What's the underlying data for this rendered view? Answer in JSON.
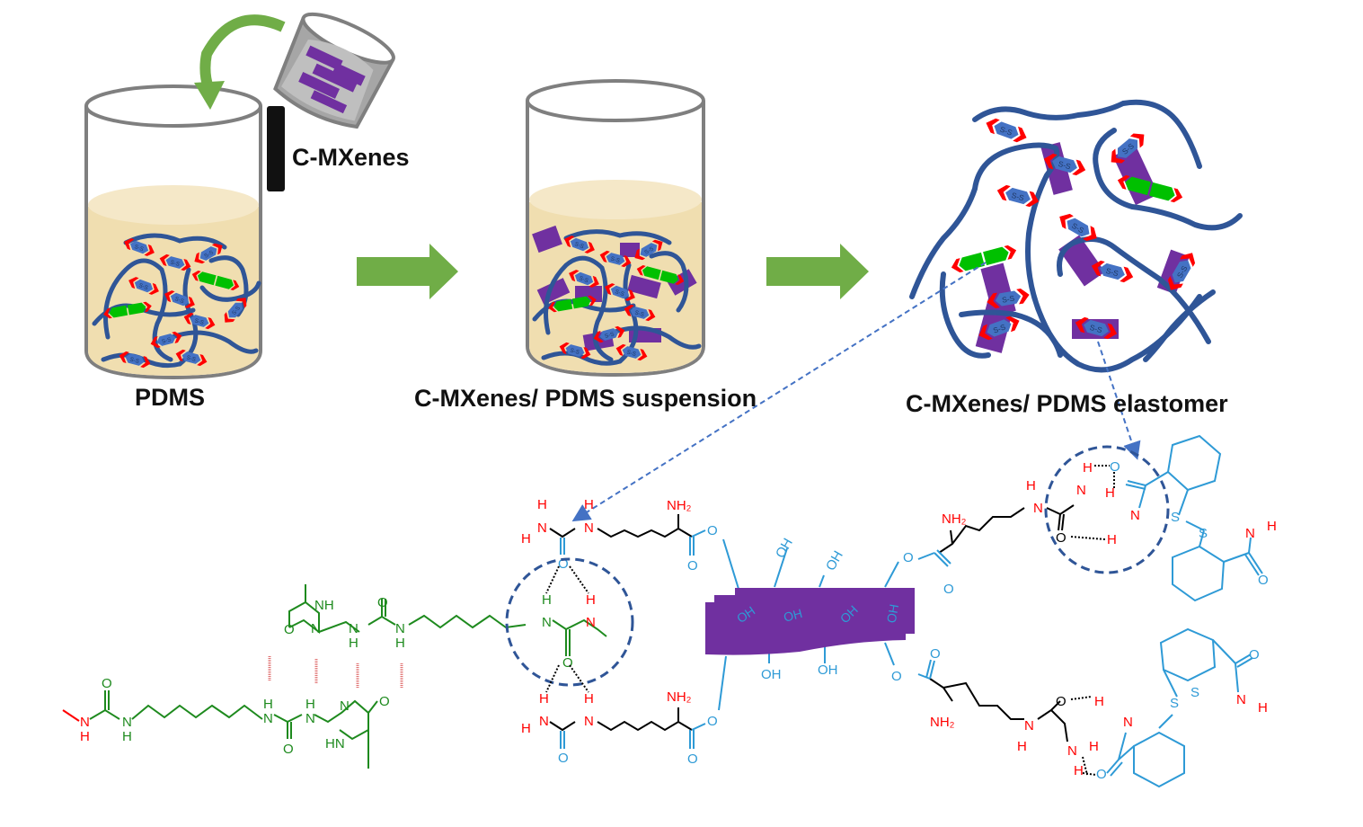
{
  "figure": {
    "stages": [
      {
        "id": "pdms",
        "label": "PDMS"
      },
      {
        "id": "suspension",
        "label": "C-MXenes/ PDMS suspension"
      },
      {
        "id": "elastomer",
        "label": "C-MXenes/ PDMS elastomer"
      }
    ],
    "additive_label": "C-MXenes",
    "bond_label": "S-S",
    "colors": {
      "polymer_chain": "#2f5597",
      "mxene": "#7030a0",
      "disulfide": "#4472c4",
      "urea_end": "#ff0000",
      "upy": "#00c000",
      "arrow": "#70ad47",
      "liquid": "#f0deb0",
      "chem_red": "#ff0000",
      "chem_green": "#1e8a1e",
      "chem_blue": "#2e9ad6",
      "chem_black": "#000000"
    },
    "chemistry": {
      "atoms": {
        "nh": "NH",
        "hn": "HN",
        "n": "N",
        "h": "H",
        "o": "O",
        "oh": "OH",
        "nh2": "NH₂",
        "s": "S"
      }
    }
  }
}
